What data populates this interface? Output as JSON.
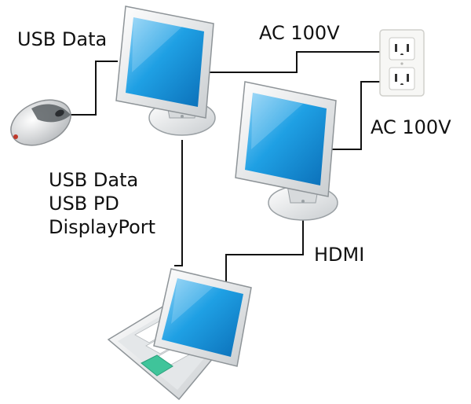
{
  "labels": {
    "mouse_link": "USB Data",
    "power_top": "AC 100V",
    "power_second": "AC 100V",
    "laptop_link": [
      "USB Data",
      "USB PD",
      "DisplayPort"
    ],
    "hdmi_link": "HDMI"
  },
  "devices": {
    "mouse": "mouse-icon",
    "monitor_primary": "monitor-icon",
    "monitor_secondary": "monitor-icon",
    "outlet": "power-outlet-icon",
    "laptop": "laptop-icon"
  },
  "colors": {
    "screen": "#1e9be0",
    "screen_light": "#7fcaf2",
    "bezel": "#f2f3f4",
    "bezel_edge": "#9a9fa3",
    "cable": "#111111",
    "keyboard_green": "#3fc49a"
  }
}
